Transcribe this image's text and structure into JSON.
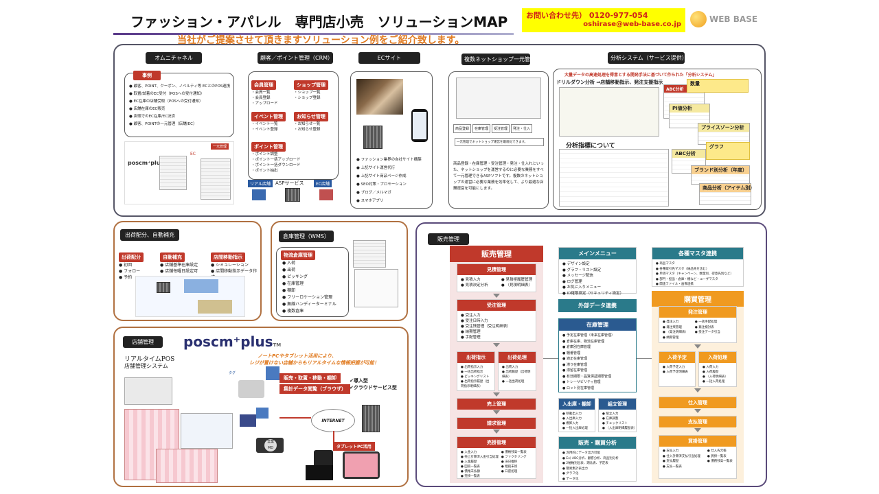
{
  "header": {
    "title": "ファッション・アパレル　専門店小売　ソリューションMAP",
    "subtitle": "当社がご提案させて頂きますソリューション例をご紹介致します。",
    "contact_label": "お問い合わせ先）",
    "contact_phone": "0120-977-054",
    "contact_email": "oshirase@web-base.co.jp",
    "logo_text": "WEB BASE"
  },
  "omni": {
    "header": "オムニチャネル",
    "case_label": "事例",
    "items": [
      "顧客、POINT、クーポン、ノベルティ等 ECとのPOS連携",
      "取置/試着のEC受付（POSへの受付通知）",
      "EC在庫の店舗受取（POSへの受付通知）",
      "店舗在庫のEC販売",
      "店頭でのEC在庫/EC決済",
      "顧客、POINTの一元管理（店舗/EC）"
    ],
    "logo": "poscm⁺plus",
    "center_label": "EC",
    "right_label": "一元管理"
  },
  "crm": {
    "header": "顧客／ポイント管理（CRM）",
    "groups": [
      {
        "title": "会員管理",
        "items": [
          "会員一覧",
          "会員登録",
          "アップロード"
        ]
      },
      {
        "title": "ショップ管理",
        "items": [
          "ショップ一覧",
          "ショップ登録"
        ]
      },
      {
        "title": "イベント管理",
        "items": [
          "イベント一覧",
          "イベント登録"
        ]
      },
      {
        "title": "お知らせ管理",
        "items": [
          "お知らせ一覧",
          "お知らせ登録"
        ]
      },
      {
        "title": "ポイント管理",
        "items": [
          "ポイント調整",
          "ポイント一括アップロード",
          "ポイント一括ダウンロード",
          "ポイント抽出"
        ]
      }
    ],
    "real_store": "リアル店舗",
    "asp": "ASPサービス",
    "ec_store": "EC店舗"
  },
  "ec": {
    "header": "ECサイト",
    "items": [
      "ファッション業界の自社サイト構築",
      "上記サイト運営代行",
      "上記サイト商品ページ作成",
      "SEO対策・プロモーション",
      "ブログ／メルマガ",
      "スマホアプリ"
    ]
  },
  "multi": {
    "header": "複数ネットショップ一元管理",
    "flow": [
      "商品登録",
      "在庫管理",
      "受注管理",
      "発注・仕入"
    ],
    "note": "一元管理でネットショップ運営を最適化できます。",
    "description": "商品登録・在庫管理・受注管理・発注・仕入れといった、ネットショップを運営するのに必要な業務をすべて一元管理できるASPソフトです。複数のネットショップの運営に必要な業務を効率化して、より最適な店舗運営を可能にします。"
  },
  "analysis": {
    "header": "分析システム（サービス提供）",
    "headline": "大量データの高速処理を得意とする開発手法に基づいて作られた「分析システム」",
    "drill": "ドリルダウン分析 ⇒店舗移動指示、発注支援指示",
    "metrics_title": "分析指標について",
    "tags": [
      "ABC分析",
      "数量",
      "PI値分析",
      "プライスゾーン分析",
      "グラフ",
      "ABC分析",
      "ブランド別分析（年度）",
      "商品分析（アイテム別）"
    ]
  },
  "shipping": {
    "header": "出荷配分、自動補充",
    "groups": [
      {
        "title": "出荷配分",
        "items": [
          "初回",
          "フォロー",
          "予約"
        ]
      },
      {
        "title": "自動補充",
        "items": [
          "店舗基準在庫設定",
          "店舗毎曜日設定可"
        ]
      },
      {
        "title": "店間移動指示",
        "items": [
          "シミュレーション",
          "店間移動指示データ作成"
        ]
      }
    ]
  },
  "wms": {
    "header": "倉庫管理（WMS）",
    "group_title": "物流倉庫管理",
    "items": [
      "入荷",
      "出荷",
      "ピッキング",
      "在庫管理",
      "棚卸",
      "フリーロケーション管理",
      "無線ハンディーターミナル",
      "複数倉庫"
    ]
  },
  "store": {
    "header": "店舗管理",
    "logo": "poscm⁺plus",
    "logo_suffix": "TM",
    "pos_title": "リアルタイムPOS",
    "pos_subtitle": "店舗管理システム",
    "tagline1": "ノートPCやタブレット活用により、",
    "tagline2": "レジが置けない店舗からもリアルタイムな情報把握が可能！",
    "features": [
      "販売・取置・移動・棚卸",
      "集計データ閲覧（ブラウザ）"
    ],
    "checks": [
      "導入型",
      "クラウドサービス型"
    ],
    "internet": "INTERNET",
    "tag": "タグ",
    "tablet_label": "タブレットPC活用",
    "mobile_label": "営業 MD"
  },
  "sales": {
    "header": "販売管理",
    "col1_title": "販売管理",
    "col1_sections": [
      {
        "title": "見積管理",
        "items": [
          "見積入力",
          "見積決定分析",
          "見積極履歴管理",
          "（見積明細表）"
        ]
      },
      {
        "title": "受注管理",
        "items": [
          "受注入力",
          "受注日時入力",
          "受注残管理（受注明細表）",
          "納期管理",
          "手配管理"
        ]
      },
      {
        "title": "出荷指示",
        "items": [
          "出荷指示入力",
          "一括出荷指示",
          "ピッキングリスト",
          "出荷指示履歴（出荷指示明細表）"
        ]
      },
      {
        "title": "出荷処理",
        "items": [
          "出荷入力",
          "出荷履歴（出荷明細表）",
          "一括出荷処理"
        ]
      },
      {
        "title": "売上管理",
        "items": []
      },
      {
        "title": "請求管理",
        "items": []
      },
      {
        "title": "売掛管理",
        "items": [
          "入金入力",
          "売上計算済入金引当処理",
          "入金履歴",
          "回収一覧表",
          "債権未払額",
          "売掛一覧表",
          "債権残高一覧表",
          "ファクタリング",
          "滞日推移",
          "相殺未残",
          "口座処理"
        ]
      }
    ],
    "menu_title": "メインメニュー",
    "menu_items": [
      "デザイン設定",
      "グラフ・リスト設定",
      "メッセージ配信",
      "ログ管理",
      "お気に入りメニュー",
      "ID権限設定（セキュリティ設定）"
    ],
    "external": "外部データ連携",
    "stock_title": "在庫管理",
    "stock_items": [
      "予定在庫管理（未来在庫管理）",
      "倉庫在庫、物流在庫管理",
      "倉庫別在庫管理",
      "棚番管理",
      "適正在庫管理",
      "滞り在庫管理",
      "滞留在庫管理",
      "有効期限・品質保証期限管理",
      "トレーサビリティ管理",
      "ロット別在庫管理"
    ],
    "inout_title": "入出庫・棚卸",
    "inout_items": [
      "移動出入力",
      "入出庫入力",
      "棚卸入力",
      "一括入出庫処理"
    ],
    "assembly_title": "組立管理",
    "assembly_items": [
      "組立入力",
      "在庫調整",
      "チェックリスト",
      "（入出庫明細履歴表）"
    ],
    "analysis_title": "販売・購買分析",
    "analysis_items": [
      "汎用的にデータ出力可能",
      "Ex) ABC分析、顧客分析、商品別分析",
      "    2軸軸別出表、期比表、予定表",
      "簡易集計表出力",
      "グラフ化",
      "データ化"
    ],
    "master_title": "各種マスタ連携",
    "master_items": [
      "商品マスタ",
      "各種取引先マスタ（納品先を含む）",
      "単価マスタ（キャンペーン、数量別、得意先別など）",
      "部門・担当・倉庫・棚など・ユーザマスタ",
      "関連ファイル・画像連携"
    ],
    "purchase_title": "購買管理",
    "purchase_sections": [
      {
        "title": "発注管理",
        "items": [
          "発注入力",
          "発注残管理",
          "（発注明細表）",
          "納期管理",
          "一括手配処理",
          "発注検討表",
          "受注データ引当"
        ]
      },
      {
        "title": "入荷予定",
        "items": [
          "入荷予定入力",
          "入荷予定明細表"
        ]
      },
      {
        "title": "入荷処理",
        "items": [
          "入荷入力",
          "入荷履歴",
          "（入荷明細表）",
          "一括入荷処理"
        ]
      },
      {
        "title": "仕入管理",
        "items": []
      },
      {
        "title": "支払管理",
        "items": []
      },
      {
        "title": "買掛管理",
        "items": [
          "支払入力",
          "仕入計算済支払引当処理",
          "支払履歴",
          "支払一覧表",
          "仕入先元帳",
          "買掛一覧表",
          "債務残高一覧表"
        ]
      }
    ]
  }
}
